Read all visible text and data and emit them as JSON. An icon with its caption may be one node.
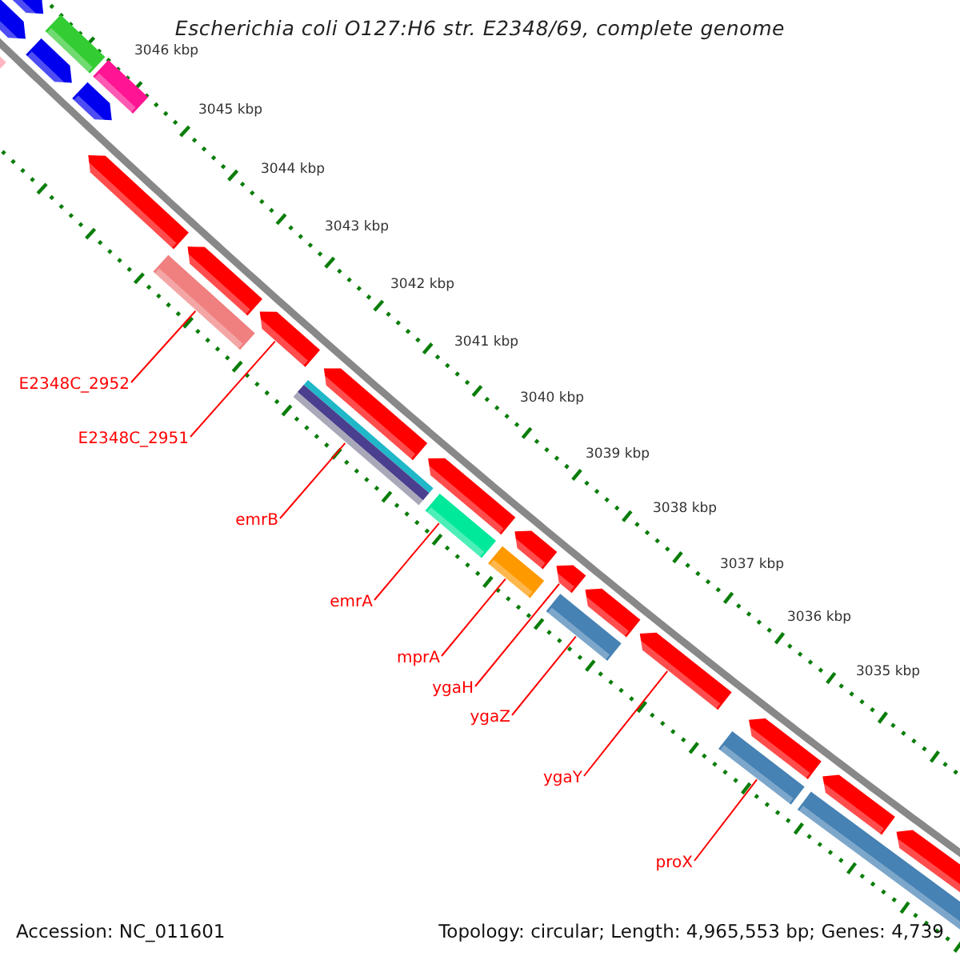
{
  "diagram": {
    "title": "Escherichia coli O127:H6 str. E2348/69, complete genome",
    "nodes": [
      {
        "text": [
          "E2348C_2952"
        ]
      },
      {
        "text": [
          "E2348C_2951"
        ]
      },
      {
        "text": [
          "emrB"
        ]
      },
      {
        "text": [
          "emrA"
        ]
      },
      {
        "text": [
          "mprA"
        ]
      },
      {
        "text": [
          "ygaH"
        ]
      },
      {
        "text": [
          "ygaZ"
        ]
      },
      {
        "text": [
          "ygaY"
        ]
      },
      {
        "text": [
          "proX"
        ]
      },
      {
        "text": [],
        "shape": "bar"
      },
      {
        "text": [],
        "shape": "bar"
      },
      {
        "text": [],
        "shape": "bar"
      },
      {
        "text": [],
        "shape": "bar"
      },
      {
        "text": [],
        "shape": "bar"
      },
      {
        "text": [],
        "shape": "bar"
      },
      {
        "text": [],
        "shape": "bar"
      },
      {
        "text": [],
        "shape": "bar"
      },
      {
        "text": [],
        "shape": "bar"
      },
      {
        "text": [],
        "shape": "bar"
      },
      {
        "text": [],
        "shape": "bar"
      },
      {
        "text": [],
        "shape": "bar"
      },
      {
        "text": [],
        "shape": "bar"
      },
      {
        "text": [],
        "shape": "bar"
      },
      {
        "text": [],
        "shape": "bar"
      },
      {
        "text": [],
        "shape": "bar"
      },
      {
        "text": [],
        "shape": "bar"
      },
      {
        "text": [],
        "shape": "bar"
      },
      {
        "text": [],
        "shape": "bar"
      },
      {
        "text": [],
        "shape": "bar"
      },
      {
        "text": [],
        "shape": "bar"
      },
      {
        "text": [],
        "shape": "bar"
      },
      {
        "text": [],
        "shape": "bar"
      },
      {
        "text": [],
        "shape": "bar"
      },
      {
        "text": [],
        "shape": "bar"
      },
      {
        "text": [],
        "shape": "bar"
      }
    ],
    "edges": [
      {
        "from": 0,
        "to": 9,
        "arrow": "none"
      },
      {
        "from": 1,
        "to": 10,
        "arrow": "none"
      },
      {
        "from": 2,
        "to": 11,
        "arrow": "none"
      },
      {
        "from": 3,
        "to": 12,
        "arrow": "none"
      },
      {
        "from": 4,
        "to": 13,
        "arrow": "none"
      },
      {
        "from": 5,
        "to": 14,
        "arrow": "none"
      },
      {
        "from": 6,
        "to": 15,
        "arrow": "none"
      },
      {
        "from": 7,
        "to": 16,
        "arrow": "none"
      },
      {
        "from": 8,
        "to": 17,
        "arrow": "none"
      }
    ],
    "labels": [
      "3046 kbp",
      "3045 kbp",
      "3044 kbp",
      "3043 kbp",
      "3042 kbp",
      "3041 kbp",
      "3040 kbp",
      "3039 kbp",
      "3038 kbp",
      "3037 kbp",
      "3036 kbp",
      "3035 kbp",
      "Accession: NC_011601",
      "Topology: circular; Length: 4,965,553 bp; Genes: 4,739"
    ]
  }
}
